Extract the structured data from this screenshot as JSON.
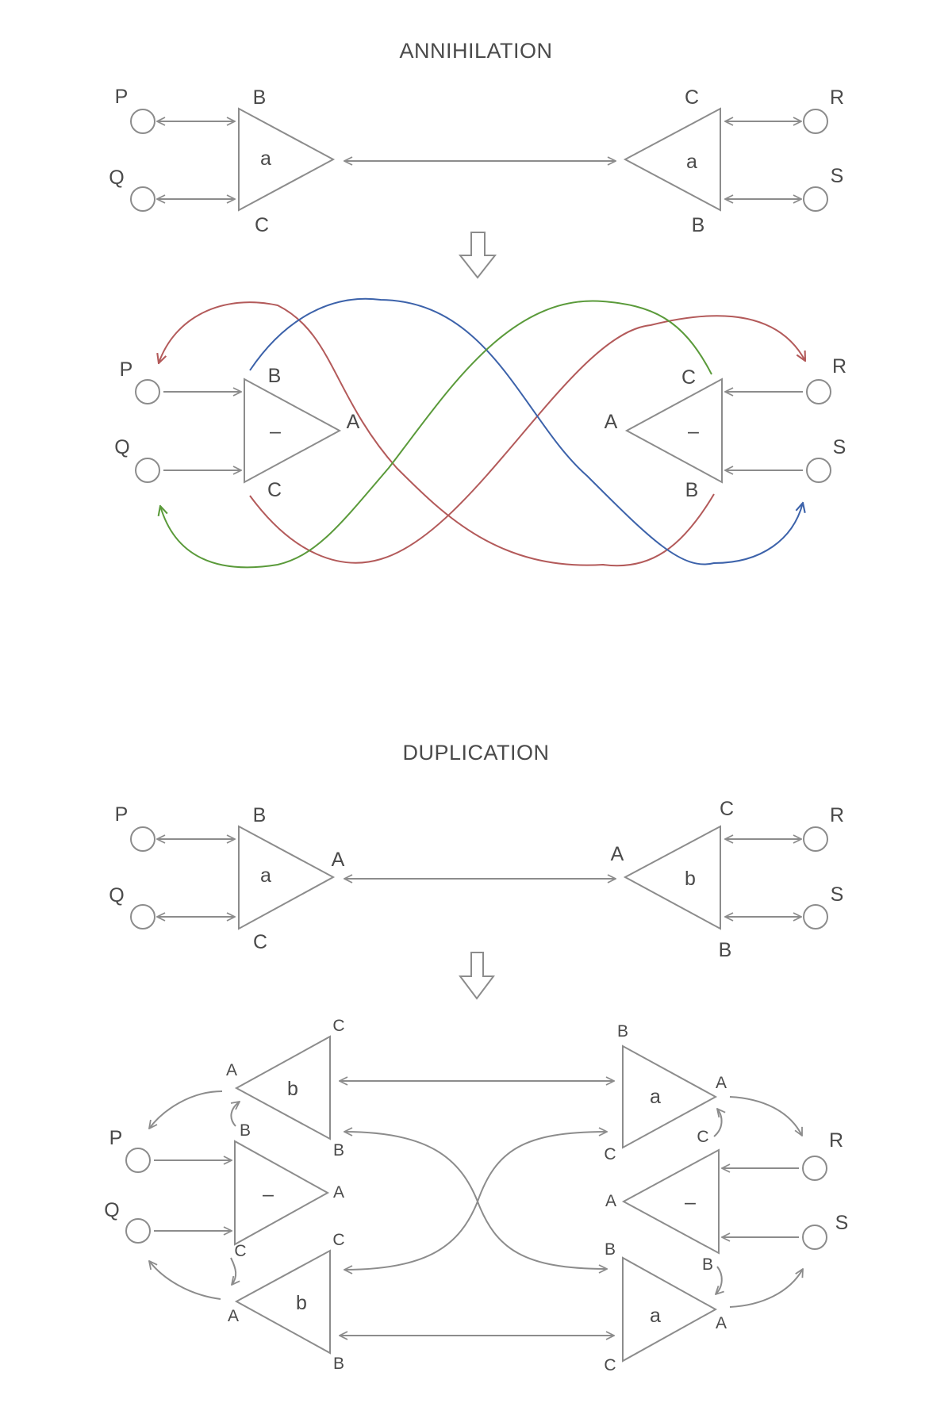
{
  "sections": [
    {
      "title": "ANNIHILATION"
    },
    {
      "title": "DUPLICATION"
    }
  ],
  "ports": {
    "p": "P",
    "q": "Q",
    "r": "R",
    "s": "S"
  },
  "ports_A": {
    "a": "A",
    "b": "B",
    "c": "C"
  },
  "agents": {
    "a": "a",
    "b": "b",
    "eps": "–"
  },
  "colors": {
    "line": "#8c8c8c",
    "red": "#b35a5a",
    "blue": "#3c62aa",
    "green": "#5a9a3a"
  },
  "icons": {
    "transform": "down-arrow-icon"
  }
}
